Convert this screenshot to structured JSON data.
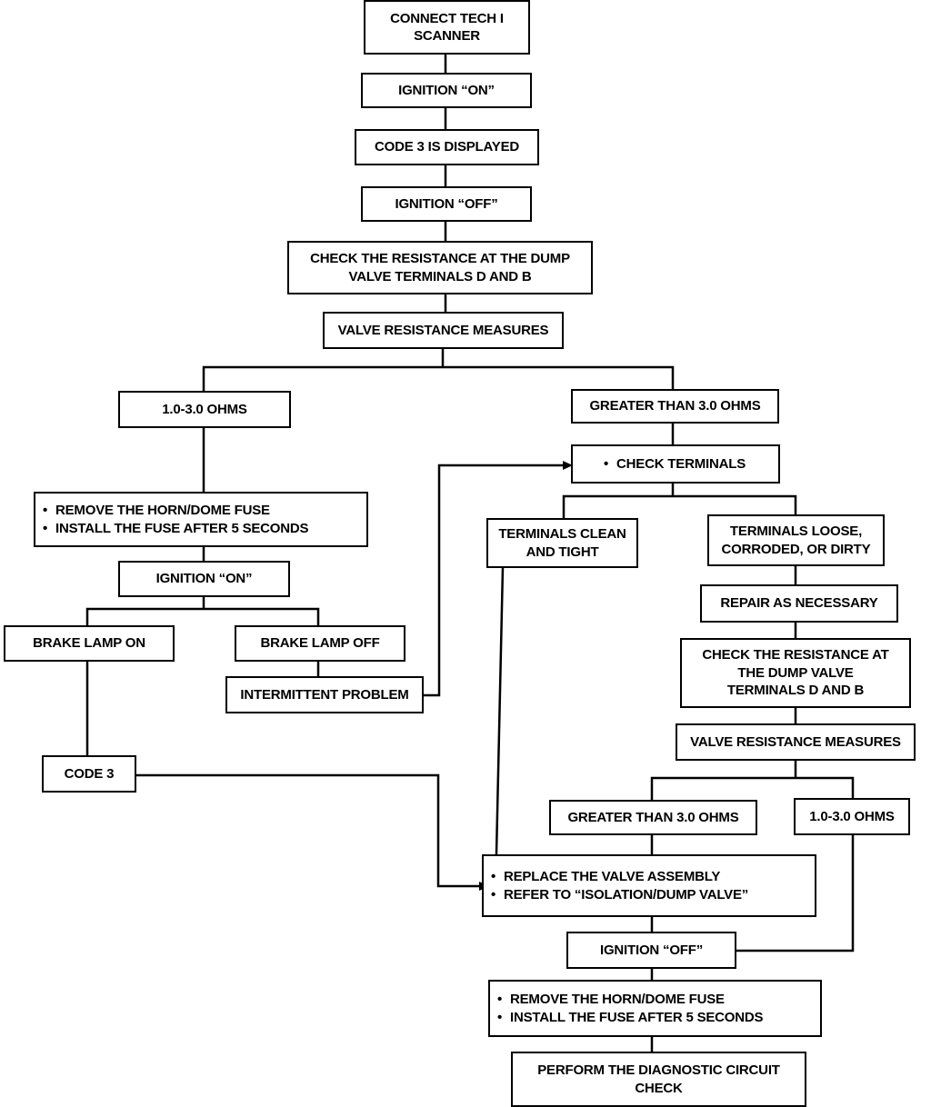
{
  "steps": {
    "connect_scanner": [
      "CONNECT TECH I",
      "SCANNER"
    ],
    "ignition_on_1": [
      "IGNITION “ON”"
    ],
    "code3_displayed": [
      "CODE 3 IS DISPLAYED"
    ],
    "ignition_off_1": [
      "IGNITION “OFF”"
    ],
    "check_resistance_1": [
      "CHECK THE RESISTANCE AT THE DUMP",
      "VALVE TERMINALS D AND B"
    ],
    "valve_measures_1": [
      "VALVE RESISTANCE MEASURES"
    ],
    "ohms_1_3_left": [
      "1.0-3.0 OHMS"
    ],
    "greater_3_right": [
      "GREATER THAN 3.0 OHMS"
    ],
    "check_terminals": [
      "CHECK TERMINALS"
    ],
    "remove_fuse_1": [
      "REMOVE THE HORN/DOME FUSE",
      "INSTALL THE FUSE AFTER 5 SECONDS"
    ],
    "ignition_on_2": [
      "IGNITION “ON”"
    ],
    "brake_lamp_on": [
      "BRAKE LAMP ON"
    ],
    "brake_lamp_off": [
      "BRAKE LAMP OFF"
    ],
    "intermittent": [
      "INTERMITTENT PROBLEM"
    ],
    "code3": [
      "CODE 3"
    ],
    "terminals_clean": [
      "TERMINALS CLEAN",
      "AND TIGHT"
    ],
    "terminals_loose": [
      "TERMINALS LOOSE,",
      "CORRODED, OR DIRTY"
    ],
    "repair": [
      "REPAIR AS NECESSARY"
    ],
    "check_resistance_2": [
      "CHECK THE RESISTANCE AT",
      "THE DUMP VALVE",
      "TERMINALS D AND B"
    ],
    "valve_measures_2": [
      "VALVE RESISTANCE MEASURES"
    ],
    "greater_3_b": [
      "GREATER THAN 3.0 OHMS"
    ],
    "ohms_1_3_b": [
      "1.0-3.0 OHMS"
    ],
    "replace_valve": [
      "REPLACE THE VALVE ASSEMBLY",
      "REFER TO “ISOLATION/DUMP VALVE”"
    ],
    "ignition_off_2": [
      "IGNITION “OFF”"
    ],
    "remove_fuse_2": [
      "REMOVE THE HORN/DOME FUSE",
      "INSTALL THE FUSE AFTER 5 SECONDS"
    ],
    "perform_check": [
      "PERFORM THE DIAGNOSTIC CIRCUIT",
      "CHECK"
    ]
  }
}
